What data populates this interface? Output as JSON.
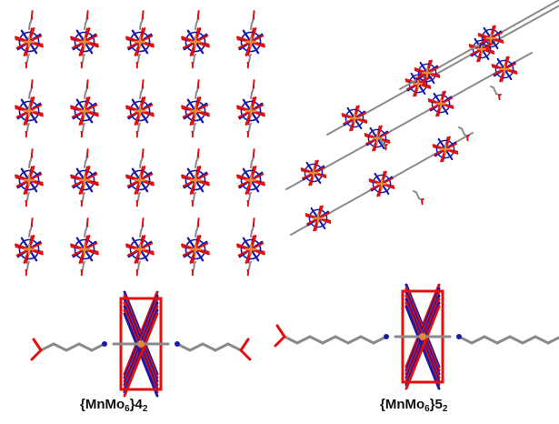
{
  "panels": {
    "top_left": {
      "columns": 5,
      "rows": 4
    },
    "top_right": {
      "chains": 4,
      "clusters_per_chain": [
        3,
        4,
        4,
        3
      ]
    }
  },
  "captions": {
    "left": {
      "prefix": "{MnMo",
      "sub1": "6",
      "mid": "}4",
      "sub2": "2"
    },
    "right": {
      "prefix": "{MnMo",
      "sub1": "6",
      "mid": "}5",
      "sub2": "2"
    }
  },
  "colors": {
    "oxygen": "#e01010",
    "nitrogen": "#1a1aa8",
    "metal": "#e08a3c",
    "carbon": "#8a8a8a"
  }
}
